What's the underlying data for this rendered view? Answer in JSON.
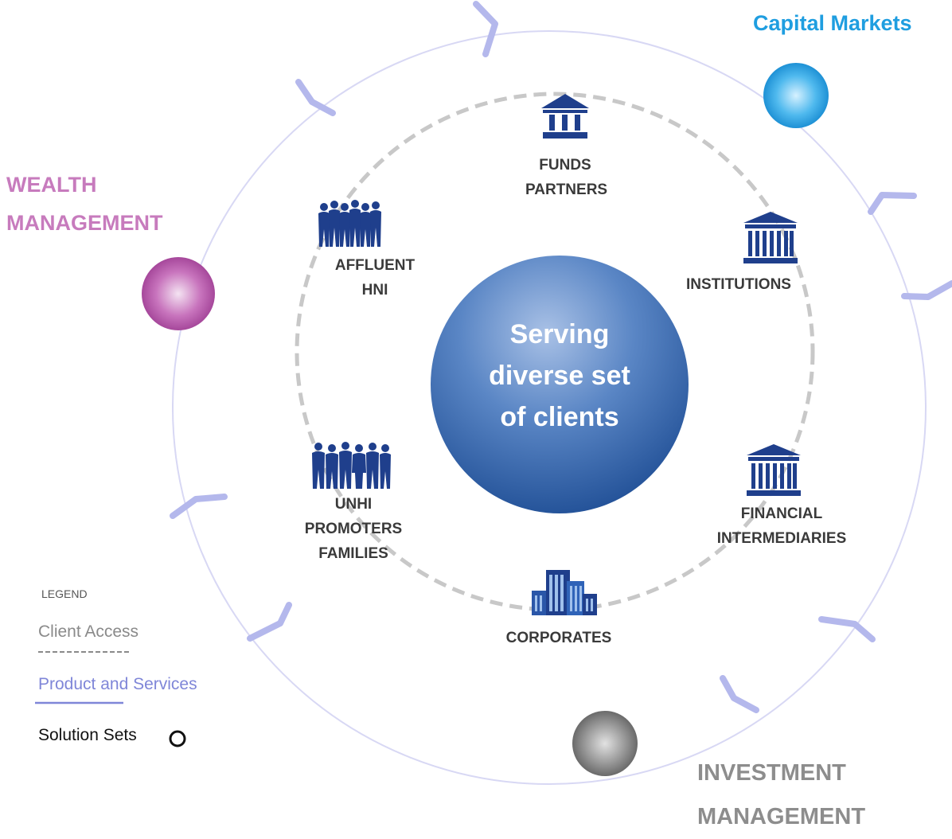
{
  "hub": {
    "line1": "Serving",
    "line2": "diverse set",
    "line3": "of clients"
  },
  "solution_sets": {
    "capital_markets": {
      "label": "Capital Markets",
      "color": "#1f9ee0"
    },
    "wealth_management": {
      "line1": "WEALTH",
      "line2": "MANAGEMENT",
      "color": "#c77bbd"
    },
    "investment_management": {
      "line1": "INVESTMENT",
      "line2": "MANAGEMENT",
      "color": "#8d8d8d"
    }
  },
  "clients": {
    "funds_partners": {
      "line1": "FUNDS",
      "line2": "PARTNERS",
      "icon": "bank-building-icon"
    },
    "institutions": {
      "line1": "INSTITUTIONS",
      "icon": "columned-building-icon"
    },
    "financial_intermediaries": {
      "line1": "FINANCIAL",
      "line2": "INTERMEDIARIES",
      "icon": "columned-building-icon"
    },
    "corporates": {
      "line1": "CORPORATES",
      "icon": "office-towers-icon"
    },
    "unhi_promoters_families": {
      "line1": "UNHI",
      "line2": "PROMOTERS",
      "line3": "FAMILIES",
      "icon": "business-people-icon"
    },
    "affluent_hni": {
      "line1": "AFFLUENT",
      "line2": "HNI",
      "icon": "people-group-icon"
    }
  },
  "legend": {
    "title": "LEGEND",
    "client_access": "Client Access",
    "product_services": "Product and Services",
    "solution_sets": "Solution Sets"
  },
  "colors": {
    "icon_blue": "#1f3f8c",
    "outer_ring": "#d8d8f4",
    "arrow": "#b4b8ec",
    "dashed_ring": "#c8c8c8",
    "label_text": "#3a3a3a",
    "legend_blue": "#7f86d8"
  }
}
